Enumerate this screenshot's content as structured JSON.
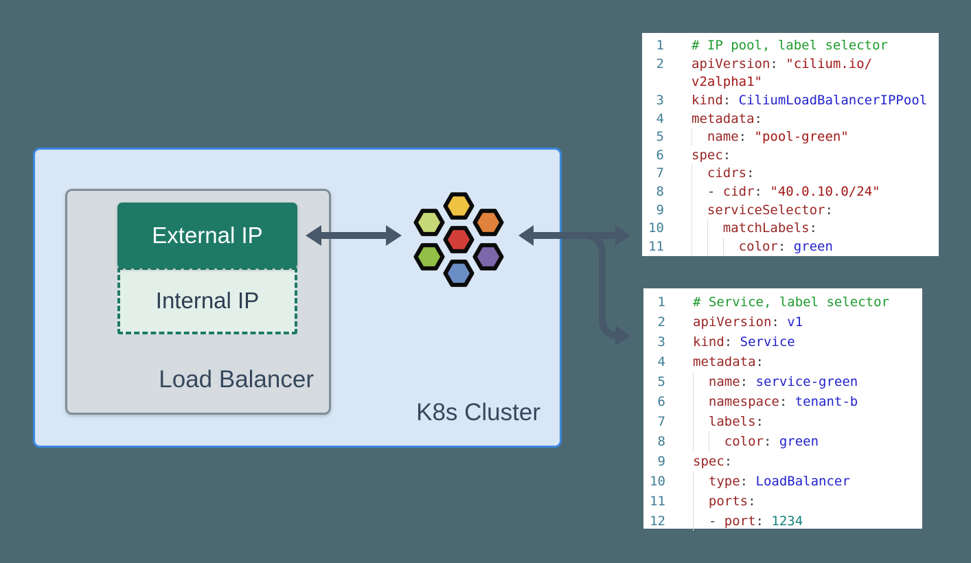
{
  "diagram": {
    "k8s_cluster_label": "K8s Cluster",
    "load_balancer_label": "Load Balancer",
    "external_ip_label": "External IP",
    "internal_ip_label": "Internal IP"
  },
  "cilium_logo": {
    "name": "cilium-hexagon-logo",
    "hexagons": [
      {
        "name": "top",
        "color": "#efc243"
      },
      {
        "name": "top-left",
        "color": "#c7d877"
      },
      {
        "name": "top-right",
        "color": "#e0823c"
      },
      {
        "name": "center",
        "color": "#d23e38"
      },
      {
        "name": "bottom-left",
        "color": "#92bf45"
      },
      {
        "name": "bottom-right",
        "color": "#7e66aa"
      },
      {
        "name": "bottom",
        "color": "#6c8ec6"
      }
    ]
  },
  "code_blocks": [
    {
      "name": "ip-pool-yaml",
      "title": "IP pool, label selector",
      "lines": [
        {
          "n": "1",
          "ind": 0,
          "tokens": [
            [
              "cmt",
              "# IP pool, label selector"
            ]
          ]
        },
        {
          "n": "2",
          "ind": 0,
          "tokens": [
            [
              "key",
              "apiVersion"
            ],
            [
              "pun",
              ": "
            ],
            [
              "str",
              "\"cilium.io/"
            ]
          ]
        },
        {
          "n": "",
          "ind": 0,
          "tokens": [
            [
              "str",
              "v2alpha1\""
            ]
          ]
        },
        {
          "n": "3",
          "ind": 0,
          "tokens": [
            [
              "key",
              "kind"
            ],
            [
              "pun",
              ": "
            ],
            [
              "val",
              "CiliumLoadBalancerIPPool"
            ]
          ]
        },
        {
          "n": "4",
          "ind": 0,
          "tokens": [
            [
              "key",
              "metadata"
            ],
            [
              "pun",
              ":"
            ]
          ]
        },
        {
          "n": "5",
          "ind": 1,
          "tokens": [
            [
              "key",
              "name"
            ],
            [
              "pun",
              ": "
            ],
            [
              "str",
              "\"pool-green\""
            ]
          ]
        },
        {
          "n": "6",
          "ind": 0,
          "tokens": [
            [
              "key",
              "spec"
            ],
            [
              "pun",
              ":"
            ]
          ]
        },
        {
          "n": "7",
          "ind": 1,
          "tokens": [
            [
              "key",
              "cidrs"
            ],
            [
              "pun",
              ":"
            ]
          ]
        },
        {
          "n": "8",
          "ind": 1,
          "tokens": [
            [
              "pun",
              "- "
            ],
            [
              "key",
              "cidr"
            ],
            [
              "pun",
              ": "
            ],
            [
              "str",
              "\"40.0.10.0/24\""
            ]
          ]
        },
        {
          "n": "9",
          "ind": 1,
          "tokens": [
            [
              "key",
              "serviceSelector"
            ],
            [
              "pun",
              ":"
            ]
          ]
        },
        {
          "n": "10",
          "ind": 2,
          "tokens": [
            [
              "key",
              "matchLabels"
            ],
            [
              "pun",
              ":"
            ]
          ]
        },
        {
          "n": "11",
          "ind": 3,
          "tokens": [
            [
              "key",
              "color"
            ],
            [
              "pun",
              ": "
            ],
            [
              "val",
              "green"
            ]
          ]
        }
      ]
    },
    {
      "name": "service-yaml",
      "title": "Service, label selector",
      "lines": [
        {
          "n": "1",
          "ind": 0,
          "tokens": [
            [
              "cmt",
              "# Service, label selector"
            ]
          ]
        },
        {
          "n": "2",
          "ind": 0,
          "tokens": [
            [
              "key",
              "apiVersion"
            ],
            [
              "pun",
              ": "
            ],
            [
              "val",
              "v1"
            ]
          ]
        },
        {
          "n": "3",
          "ind": 0,
          "tokens": [
            [
              "key",
              "kind"
            ],
            [
              "pun",
              ": "
            ],
            [
              "val",
              "Service"
            ]
          ]
        },
        {
          "n": "4",
          "ind": 0,
          "tokens": [
            [
              "key",
              "metadata"
            ],
            [
              "pun",
              ":"
            ]
          ]
        },
        {
          "n": "5",
          "ind": 1,
          "tokens": [
            [
              "key",
              "name"
            ],
            [
              "pun",
              ": "
            ],
            [
              "val",
              "service-green"
            ]
          ]
        },
        {
          "n": "6",
          "ind": 1,
          "tokens": [
            [
              "key",
              "namespace"
            ],
            [
              "pun",
              ": "
            ],
            [
              "val",
              "tenant-b"
            ]
          ]
        },
        {
          "n": "7",
          "ind": 1,
          "tokens": [
            [
              "key",
              "labels"
            ],
            [
              "pun",
              ":"
            ]
          ]
        },
        {
          "n": "8",
          "ind": 2,
          "tokens": [
            [
              "key",
              "color"
            ],
            [
              "pun",
              ": "
            ],
            [
              "val",
              "green"
            ]
          ]
        },
        {
          "n": "9",
          "ind": 0,
          "tokens": [
            [
              "key",
              "spec"
            ],
            [
              "pun",
              ":"
            ]
          ]
        },
        {
          "n": "10",
          "ind": 1,
          "tokens": [
            [
              "key",
              "type"
            ],
            [
              "pun",
              ": "
            ],
            [
              "val",
              "LoadBalancer"
            ]
          ]
        },
        {
          "n": "11",
          "ind": 1,
          "tokens": [
            [
              "key",
              "ports"
            ],
            [
              "pun",
              ":"
            ]
          ]
        },
        {
          "n": "12",
          "ind": 1,
          "tokens": [
            [
              "pun",
              "- "
            ],
            [
              "key",
              "port"
            ],
            [
              "pun",
              ": "
            ],
            [
              "num",
              "1234"
            ]
          ]
        }
      ]
    }
  ],
  "colors": {
    "background": "#4c6972",
    "cluster_fill": "#d8e6f5",
    "cluster_border": "#3b87e0",
    "lb_fill": "#d6dbdf",
    "lb_border": "#7f8d99",
    "external_fill": "#1e7a66",
    "external_text": "#ffffff",
    "internal_fill": "#e3efe9",
    "internal_border": "#1e7a66",
    "internal_text": "#2d3d51",
    "label_text": "#36485d",
    "arrow": "#47586a",
    "code_bg": "#ffffff",
    "line_number": "#3e7d95",
    "comment": "#1d9b2d",
    "key": "#992525",
    "string": "#a31515",
    "value": "#2222cc",
    "number": "#11837c",
    "punct": "#3b3b3b",
    "indent_guide": "#dcdcdc",
    "hex_border": "#0b0b0b"
  }
}
